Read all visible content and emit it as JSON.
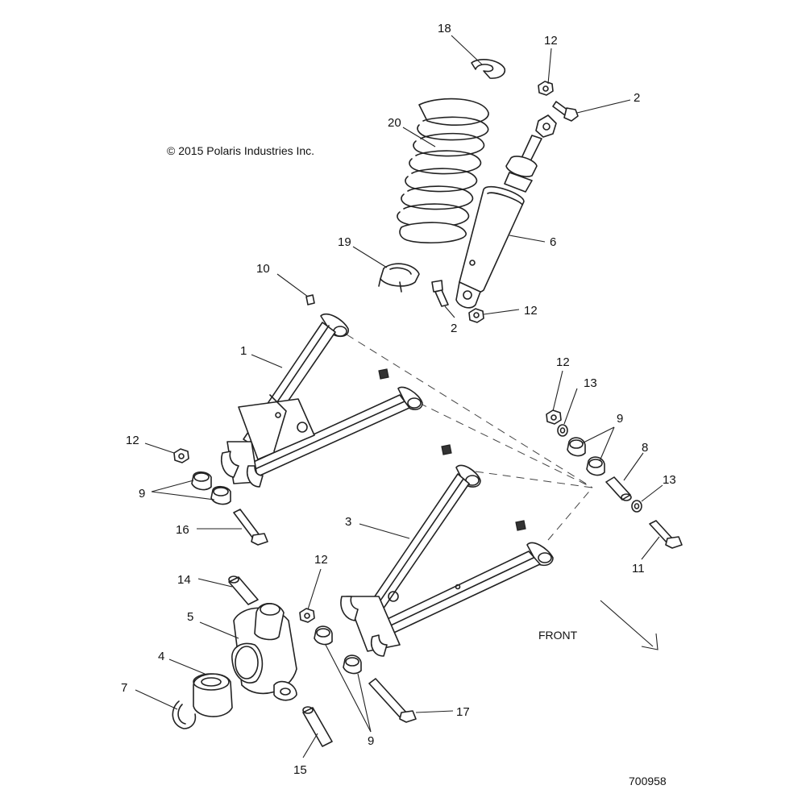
{
  "copyright": "© 2015 Polaris Industries Inc.",
  "direction_label": "FRONT",
  "diagram_id": "700958",
  "callouts": {
    "c18": "18",
    "c12a": "12",
    "c2a": "2",
    "c20": "20",
    "c6": "6",
    "c19": "19",
    "c10": "10",
    "c12b": "12",
    "c2b": "2",
    "c1": "1",
    "c12c": "12",
    "c13a": "13",
    "c9a": "9",
    "c8": "8",
    "c13b": "13",
    "c12d": "12",
    "c9b": "9",
    "c16": "16",
    "c3": "3",
    "c11": "11",
    "c14": "14",
    "c12e": "12",
    "c5": "5",
    "c4": "4",
    "c7": "7",
    "c17": "17",
    "c9c": "9",
    "c15": "15"
  }
}
